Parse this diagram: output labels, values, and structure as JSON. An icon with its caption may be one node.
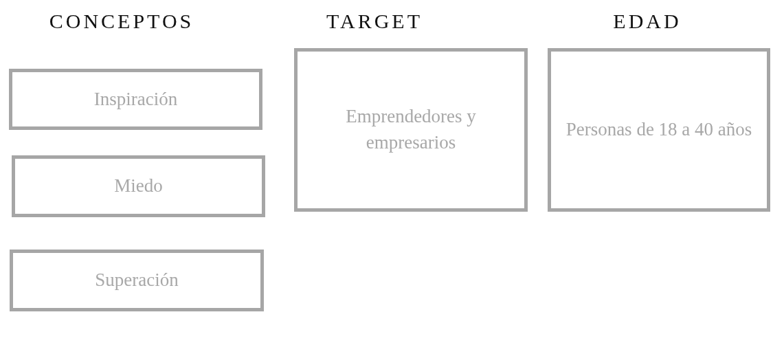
{
  "diagram": {
    "nodes": [
      {
        "text": [
          "Inspiración"
        ]
      },
      {
        "text": [
          "Miedo"
        ]
      },
      {
        "text": [
          "Superación"
        ]
      },
      {
        "text": [
          "Emprendedores y empresarios"
        ]
      },
      {
        "text": [
          "Personas de 18 a 40 años"
        ]
      }
    ],
    "labels": [
      "CONCEPTOS",
      "TARGET",
      "EDAD"
    ]
  }
}
